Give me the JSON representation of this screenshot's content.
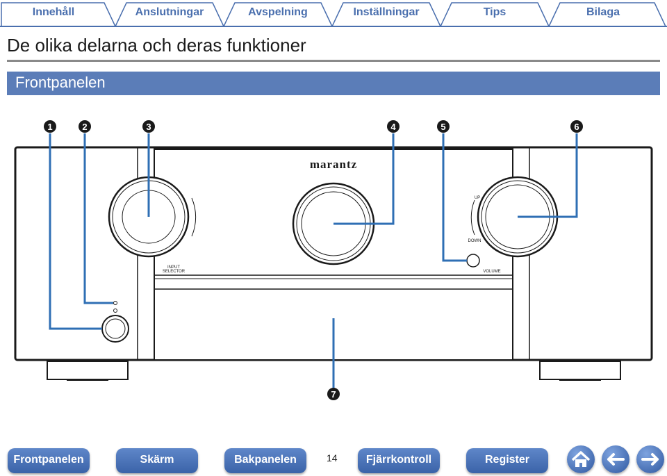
{
  "tabs": [
    "Innehåll",
    "Anslutningar",
    "Avspelning",
    "Inställningar",
    "Tips",
    "Bilaga"
  ],
  "page_title": "De olika delarna och deras funktioner",
  "section_title": "Frontpanelen",
  "diagram": {
    "callouts": [
      "1",
      "2",
      "3",
      "4",
      "5",
      "6",
      "7"
    ],
    "brand": "marantz",
    "label_input_selector": [
      "INPUT",
      "SELECTOR"
    ],
    "label_volume": "VOLUME",
    "label_up": "UP",
    "label_down": "DOWN"
  },
  "bottom_nav": [
    "Frontpanelen",
    "Skärm",
    "Bakpanelen",
    "Fjärrkontroll",
    "Register"
  ],
  "page_number": "14",
  "icons": [
    "home-icon",
    "back-arrow-icon",
    "forward-arrow-icon"
  ],
  "colors": {
    "accent": "#4a6fae",
    "section_bar": "#5b7db8",
    "callout_line": "#2f6fb4"
  }
}
